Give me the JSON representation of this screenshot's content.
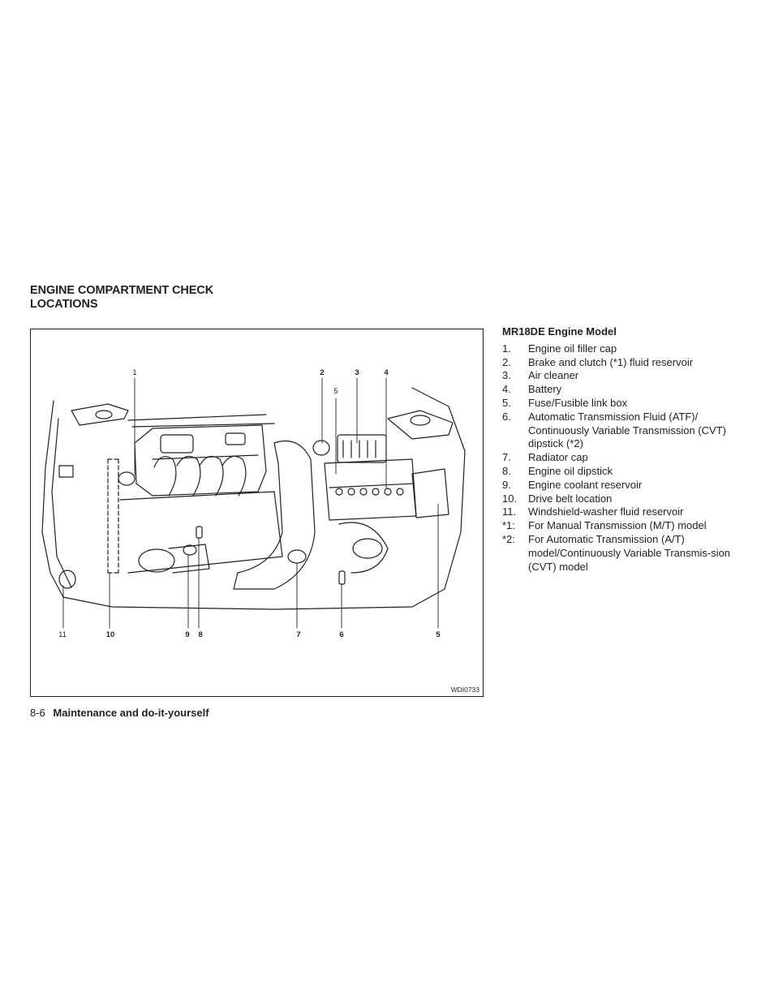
{
  "section": {
    "title_line1": "ENGINE COMPARTMENT CHECK",
    "title_line2": "LOCATIONS"
  },
  "figure": {
    "code": "WDI0733",
    "top_callouts": [
      "1",
      "2",
      "3",
      "4",
      "5"
    ],
    "bottom_callouts": [
      "11",
      "10",
      "9",
      "8",
      "7",
      "6",
      "5"
    ]
  },
  "legend": {
    "heading": "MR18DE Engine Model",
    "items": [
      {
        "num": "1.",
        "text": "Engine oil filler cap"
      },
      {
        "num": "2.",
        "text": "Brake and clutch (*1) fluid reservoir"
      },
      {
        "num": "3.",
        "text": "Air cleaner"
      },
      {
        "num": "4.",
        "text": "Battery"
      },
      {
        "num": "5.",
        "text": "Fuse/Fusible link box"
      },
      {
        "num": "6.",
        "text": "Automatic Transmission Fluid (ATF)/ Continuously Variable Transmission (CVT) dipstick (*2)"
      },
      {
        "num": "7.",
        "text": "Radiator cap"
      },
      {
        "num": "8.",
        "text": "Engine oil dipstick"
      },
      {
        "num": "9.",
        "text": "Engine coolant reservoir"
      },
      {
        "num": "10.",
        "text": "Drive belt location"
      },
      {
        "num": "11.",
        "text": "Windshield-washer fluid reservoir"
      },
      {
        "num": "*1:",
        "text": "For Manual Transmission (M/T) model"
      },
      {
        "num": "*2:",
        "text": "For Automatic Transmission (A/T) model/Continuously Variable Transmis-sion (CVT) model"
      }
    ]
  },
  "footer": {
    "page_number": "8-6",
    "chapter": "Maintenance and do-it-yourself"
  }
}
